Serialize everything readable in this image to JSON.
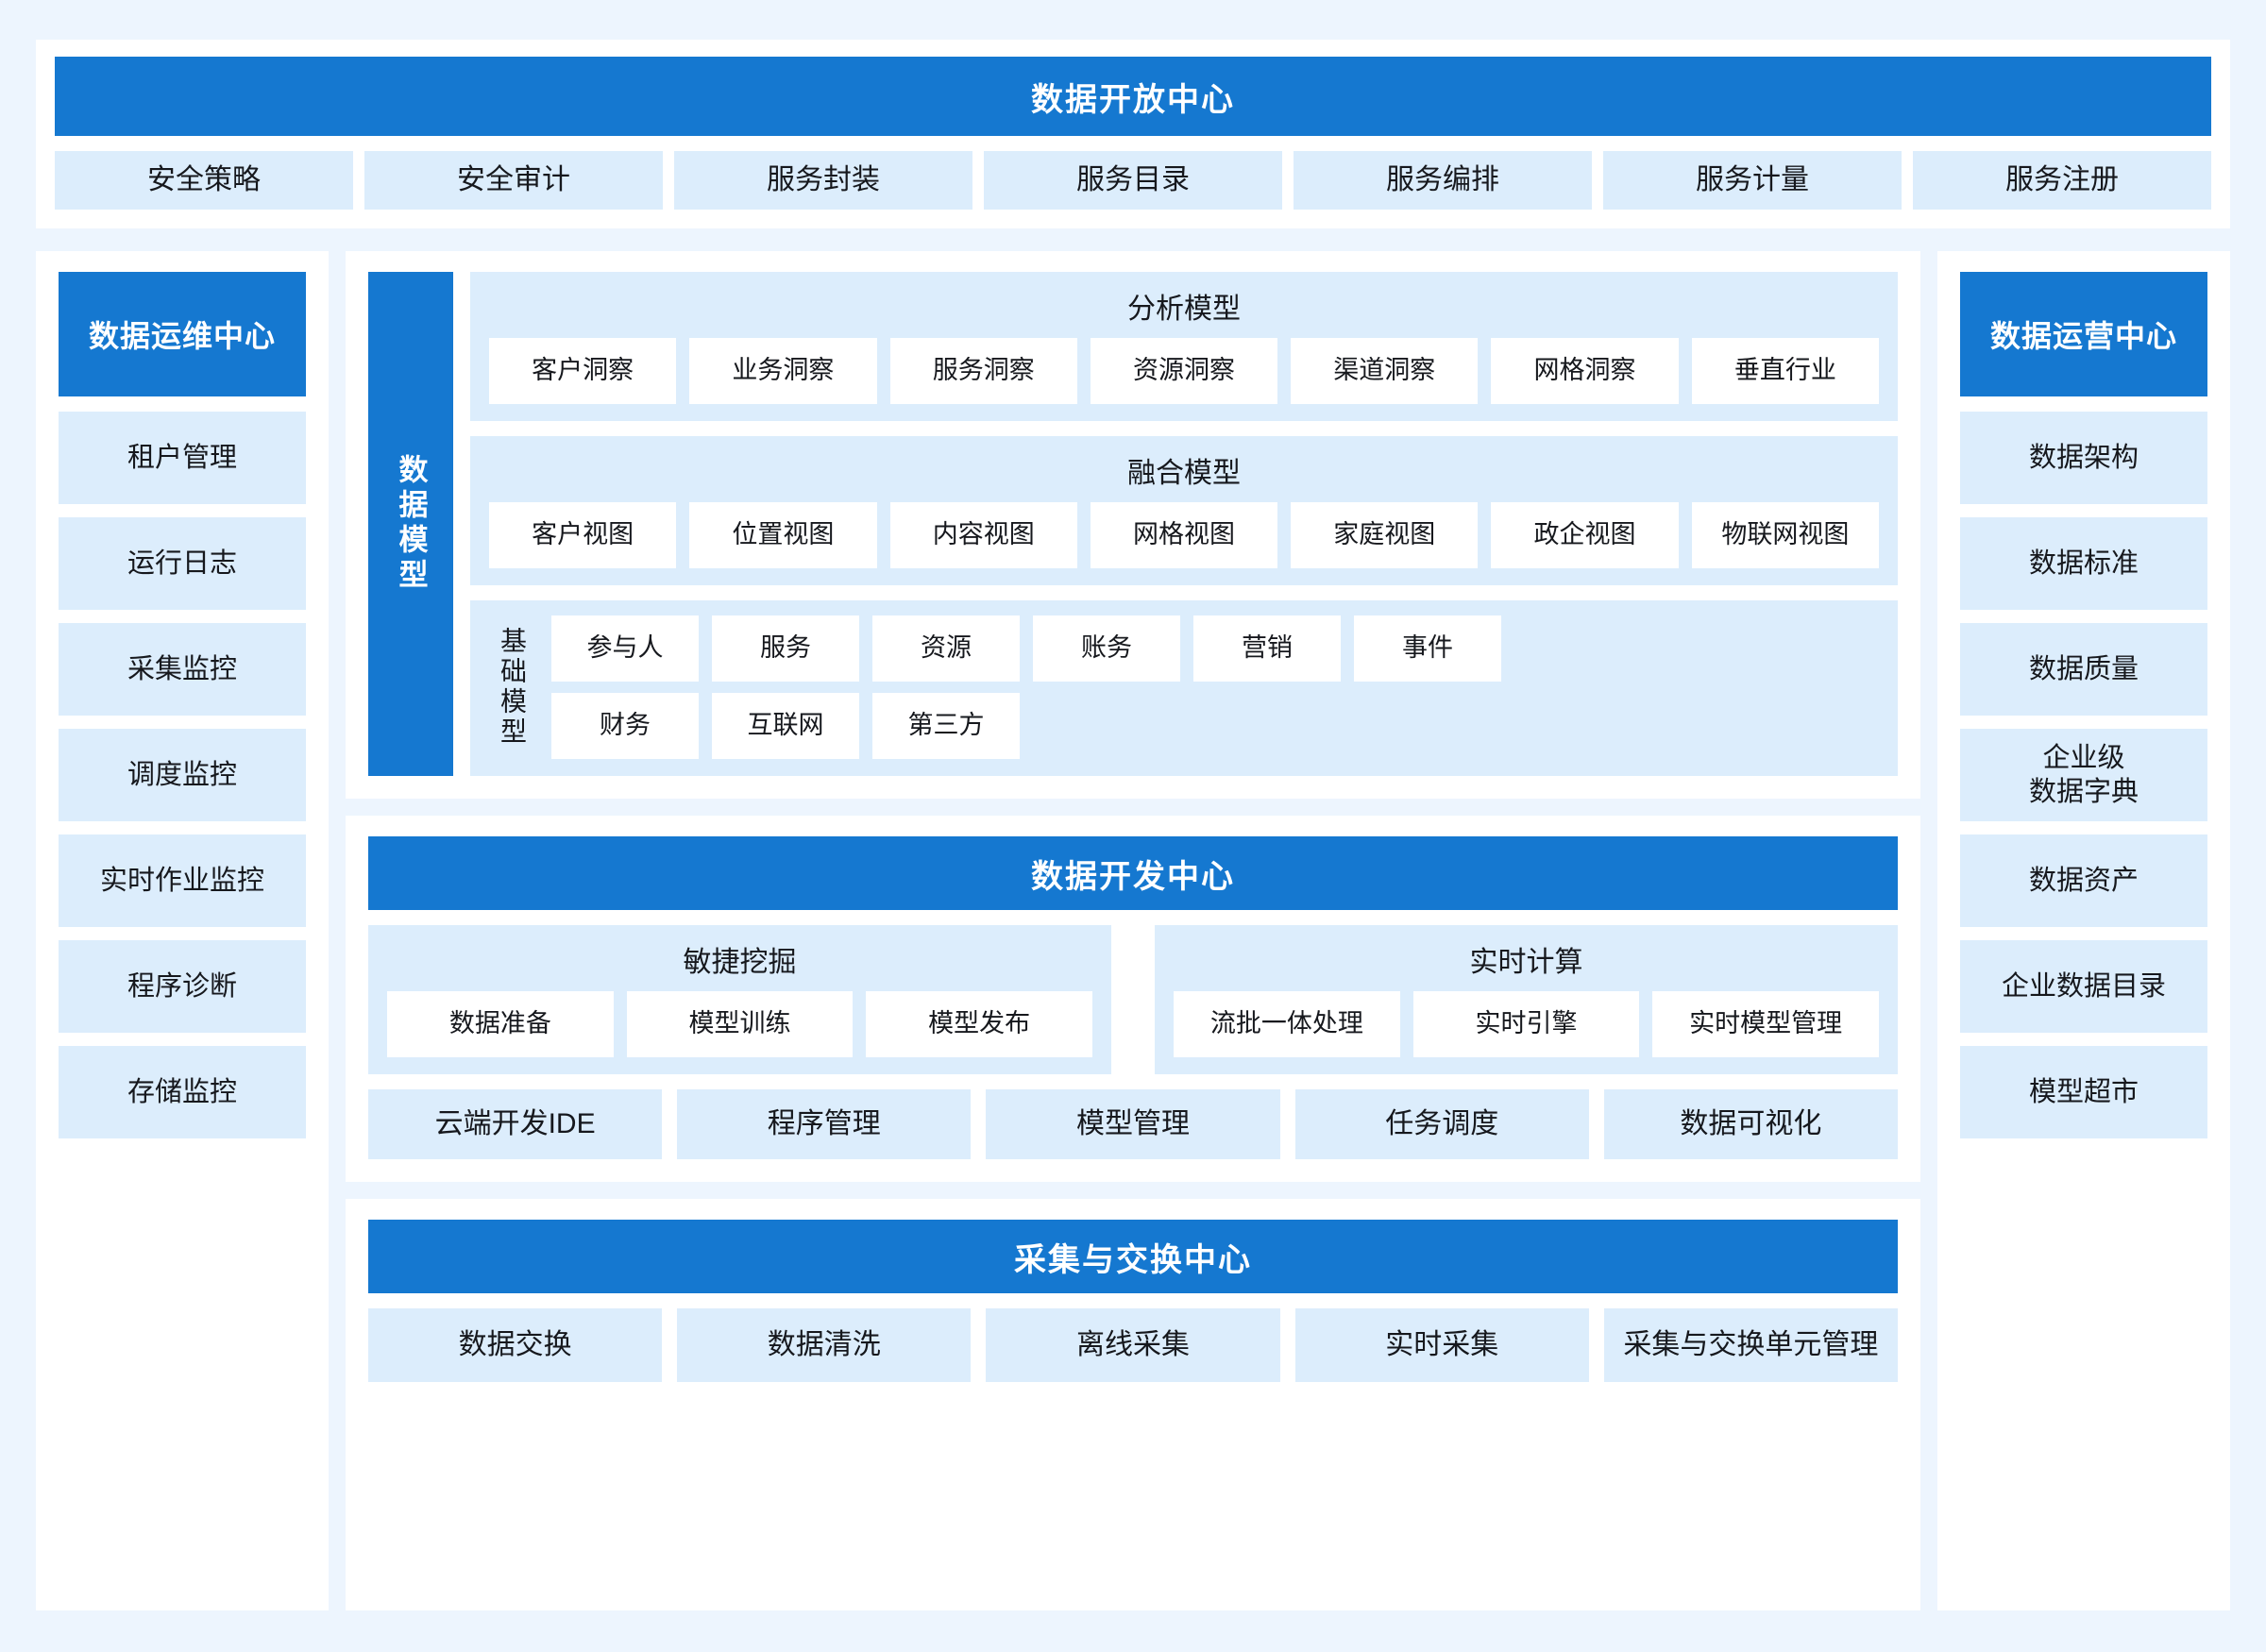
{
  "open_center": {
    "title": "数据开放中心",
    "items": [
      "安全策略",
      "安全审计",
      "服务封装",
      "服务目录",
      "服务编排",
      "服务计量",
      "服务注册"
    ]
  },
  "ops_center": {
    "title": "数据运维中心",
    "items": [
      "租户管理",
      "运行日志",
      "采集监控",
      "调度监控",
      "实时作业监控",
      "程序诊断",
      "存储监控"
    ]
  },
  "operation_center": {
    "title": "数据运营中心",
    "items": [
      "数据架构",
      "数据标准",
      "数据质量",
      "企业级\n数据字典",
      "数据资产",
      "企业数据目录",
      "模型超市"
    ]
  },
  "data_model": {
    "vertical_label": "数据模型",
    "groups": [
      {
        "title": "分析模型",
        "items": [
          "客户洞察",
          "业务洞察",
          "服务洞察",
          "资源洞察",
          "渠道洞察",
          "网格洞察",
          "垂直行业"
        ]
      },
      {
        "title": "融合模型",
        "items": [
          "客户视图",
          "位置视图",
          "内容视图",
          "网格视图",
          "家庭视图",
          "政企视图",
          "物联网视图"
        ]
      }
    ],
    "basic": {
      "vertical_label": "基础模型",
      "row1": [
        "参与人",
        "服务",
        "资源",
        "账务",
        "营销",
        "事件"
      ],
      "row2": [
        "财务",
        "互联网",
        "第三方"
      ]
    }
  },
  "dev_center": {
    "title": "数据开发中心",
    "groups": [
      {
        "title": "敏捷挖掘",
        "items": [
          "数据准备",
          "模型训练",
          "模型发布"
        ]
      },
      {
        "title": "实时计算",
        "items": [
          "流批一体处理",
          "实时引擎",
          "实时模型管理"
        ]
      }
    ],
    "bottom_items": [
      "云端开发IDE",
      "程序管理",
      "模型管理",
      "任务调度",
      "数据可视化"
    ]
  },
  "collect_center": {
    "title": "采集与交换中心",
    "items": [
      "数据交换",
      "数据清洗",
      "离线采集",
      "实时采集",
      "采集与交换单元管理"
    ]
  },
  "colors": {
    "brand_blue": "#1578D0",
    "chip_blue": "#DCEDFC",
    "page_bg": "#EDF5FE"
  }
}
